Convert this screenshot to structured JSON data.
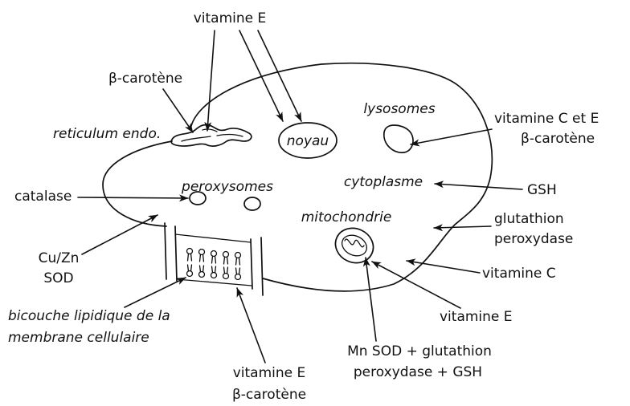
{
  "structures": {
    "reticulum": "reticulum endo.",
    "noyau": "noyau",
    "lysosomes": "lysosomes",
    "peroxysomes": "peroxysomes",
    "cytoplasme": "cytoplasme",
    "mitochondrie": "mitochondrie",
    "membrane": [
      "bicouche lipidique de la",
      "membrane cellulaire"
    ]
  },
  "antioxidants": {
    "vitamine_e_top": "vitamine E",
    "beta_carotene_top": "β-carotène",
    "lysosome_protectors": [
      "vitamine C et E",
      "β-carotène"
    ],
    "gsh": "GSH",
    "catalase": "catalase",
    "glutathion_peroxydase": [
      "glutathion",
      "peroxydase"
    ],
    "cu_zn_sod": [
      "Cu/Zn",
      "SOD"
    ],
    "vitamine_c": "vitamine C",
    "vitamine_e_mito": "vitamine E",
    "mn_sod": [
      "Mn SOD + glutathion",
      "peroxydase + GSH"
    ],
    "membrane_protectors": [
      "vitamine E",
      "β-carotène"
    ]
  },
  "colors": {
    "ink": "#111111",
    "paper": "#ffffff"
  }
}
